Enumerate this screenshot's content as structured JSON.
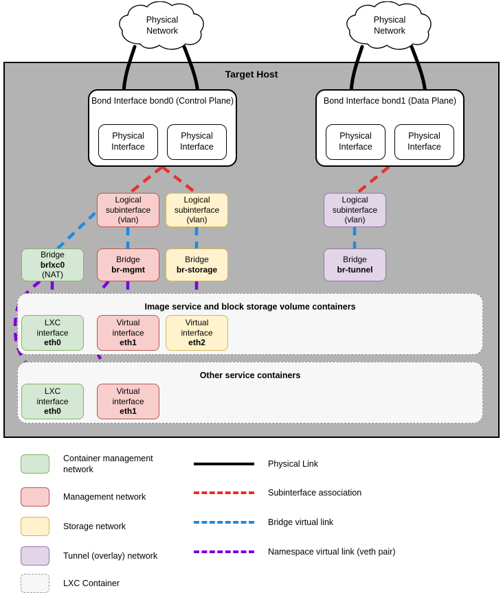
{
  "diagram": {
    "title": "Target Host",
    "clouds": [
      {
        "name": "cloud-left",
        "line1": "Physical",
        "line2": "Network"
      },
      {
        "name": "cloud-right",
        "line1": "Physical",
        "line2": "Network"
      }
    ],
    "bonds": [
      {
        "name": "bond0",
        "title": "Bond Interface",
        "id": "bond0",
        "role": "(Control Plane)",
        "members": [
          {
            "line1": "Physical",
            "line2": "Interface"
          },
          {
            "line1": "Physical",
            "line2": "Interface"
          }
        ]
      },
      {
        "name": "bond1",
        "title": "Bond Interface",
        "id": "bond1",
        "role": "(Data Plane)",
        "members": [
          {
            "line1": "Physical",
            "line2": "Interface"
          },
          {
            "line1": "Physical",
            "line2": "Interface"
          }
        ]
      }
    ],
    "subinterfaces": [
      {
        "name": "subif-mgmt",
        "line1": "Logical",
        "line2": "subinterface",
        "line3": "(vlan)",
        "color": "red"
      },
      {
        "name": "subif-storage",
        "line1": "Logical",
        "line2": "subinterface",
        "line3": "(vlan)",
        "color": "yellow"
      },
      {
        "name": "subif-tunnel",
        "line1": "Logical",
        "line2": "subinterface",
        "line3": "(vlan)",
        "color": "purple"
      }
    ],
    "bridges": [
      {
        "name": "bridge-brlxc0",
        "label": "Bridge",
        "id": "brlxc0",
        "note": "(NAT)",
        "color": "green"
      },
      {
        "name": "bridge-br-mgmt",
        "label": "Bridge",
        "id": "br-mgmt",
        "note": "",
        "color": "red"
      },
      {
        "name": "bridge-br-storage",
        "label": "Bridge",
        "id": "br-storage",
        "note": "",
        "color": "yellow"
      },
      {
        "name": "bridge-br-tunnel",
        "label": "Bridge",
        "id": "br-tunnel",
        "note": "",
        "color": "purple"
      }
    ],
    "container_groups": [
      {
        "name": "image-block-storage-containers",
        "title": "Image service and block storage volume containers",
        "interfaces": [
          {
            "line1": "LXC",
            "line2": "interface",
            "id": "eth0",
            "color": "green"
          },
          {
            "line1": "Virtual",
            "line2": "interface",
            "id": "eth1",
            "color": "red"
          },
          {
            "line1": "Virtual",
            "line2": "interface",
            "id": "eth2",
            "color": "yellow"
          }
        ]
      },
      {
        "name": "other-service-containers",
        "title": "Other service containers",
        "interfaces": [
          {
            "line1": "LXC",
            "line2": "interface",
            "id": "eth0",
            "color": "green"
          },
          {
            "line1": "Virtual",
            "line2": "interface",
            "id": "eth1",
            "color": "red"
          }
        ]
      }
    ]
  },
  "legend": {
    "swatches": [
      {
        "name": "legend-container-management-network",
        "label": "Container management network",
        "fill": "#d5e8d4",
        "stroke": "#82b366"
      },
      {
        "name": "legend-management-network",
        "label": "Management network",
        "fill": "#f8cecc",
        "stroke": "#b85450"
      },
      {
        "name": "legend-storage-network",
        "label": "Storage network",
        "fill": "#fff2cc",
        "stroke": "#d6b656"
      },
      {
        "name": "legend-tunnel-overlay-network",
        "label": "Tunnel (overlay) network",
        "fill": "#e1d5e7",
        "stroke": "#9673a6"
      },
      {
        "name": "legend-lxc-container",
        "label": "LXC Container",
        "fill": "#f7f7f7",
        "stroke": "#9a9a9a"
      }
    ],
    "lines": [
      {
        "name": "legend-physical-link",
        "label": "Physical Link",
        "color": "#000000",
        "style": "solid"
      },
      {
        "name": "legend-subinterface-assoc",
        "label": "Subinterface association",
        "color": "#e8312a",
        "style": "dashed"
      },
      {
        "name": "legend-bridge-virtual-link",
        "label": "Bridge virtual link",
        "color": "#1f8ae0",
        "style": "dashed"
      },
      {
        "name": "legend-namespace-virtual-link",
        "label": "Namespace virtual link (veth pair)",
        "color": "#8000d7",
        "style": "dashed"
      }
    ]
  }
}
